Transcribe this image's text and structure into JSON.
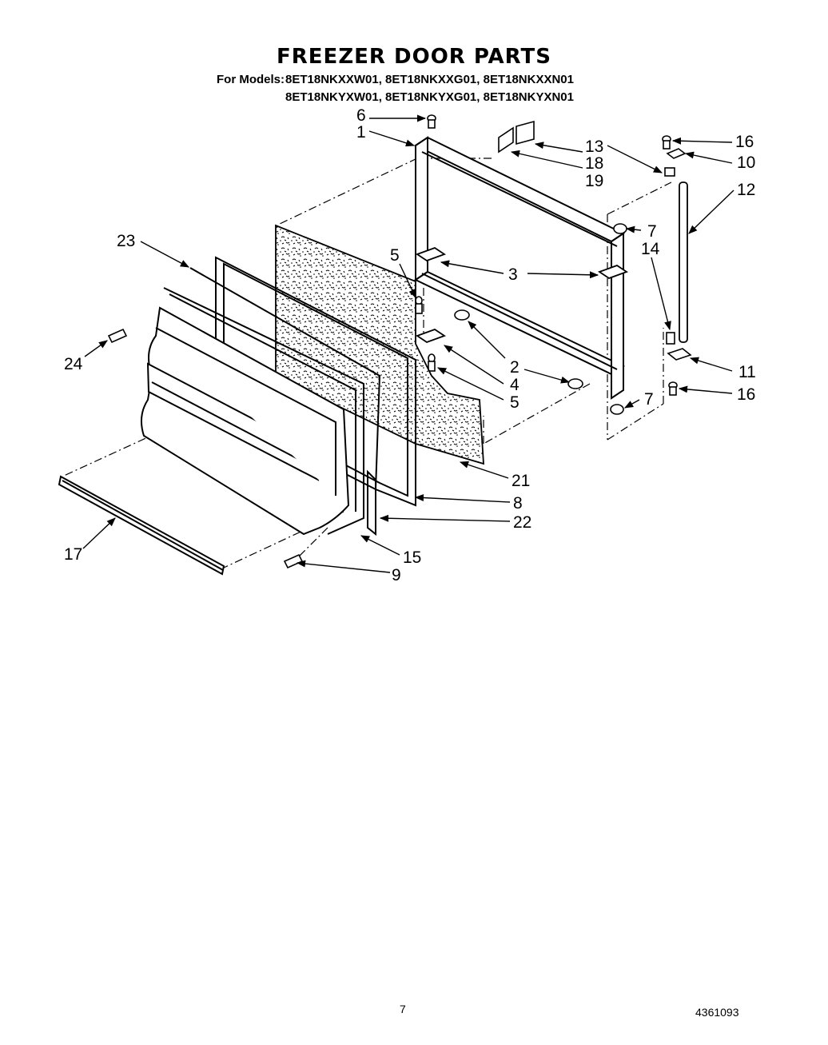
{
  "title": "FREEZER DOOR PARTS",
  "models": {
    "label": "For Models:",
    "line1": "8ET18NKXXW01, 8ET18NKXXG01, 8ET18NKXXN01",
    "line2": "8ET18NKYXW01, 8ET18NKYXG01, 8ET18NKYXN01"
  },
  "callouts": {
    "c1": "1",
    "c2a": "2",
    "c2b": "2",
    "c3": "3",
    "c4": "4",
    "c5a": "5",
    "c5b": "5",
    "c6": "6",
    "c7a": "7",
    "c7b": "7",
    "c8": "8",
    "c9": "9",
    "c10": "10",
    "c11": "11",
    "c12": "12",
    "c13": "13",
    "c14": "14",
    "c15": "15",
    "c16a": "16",
    "c16b": "16",
    "c17": "17",
    "c18": "18",
    "c19": "19",
    "c21": "21",
    "c22": "22",
    "c23": "23",
    "c24": "24"
  },
  "footer": {
    "page_number": "7",
    "doc_number": "4361093"
  }
}
